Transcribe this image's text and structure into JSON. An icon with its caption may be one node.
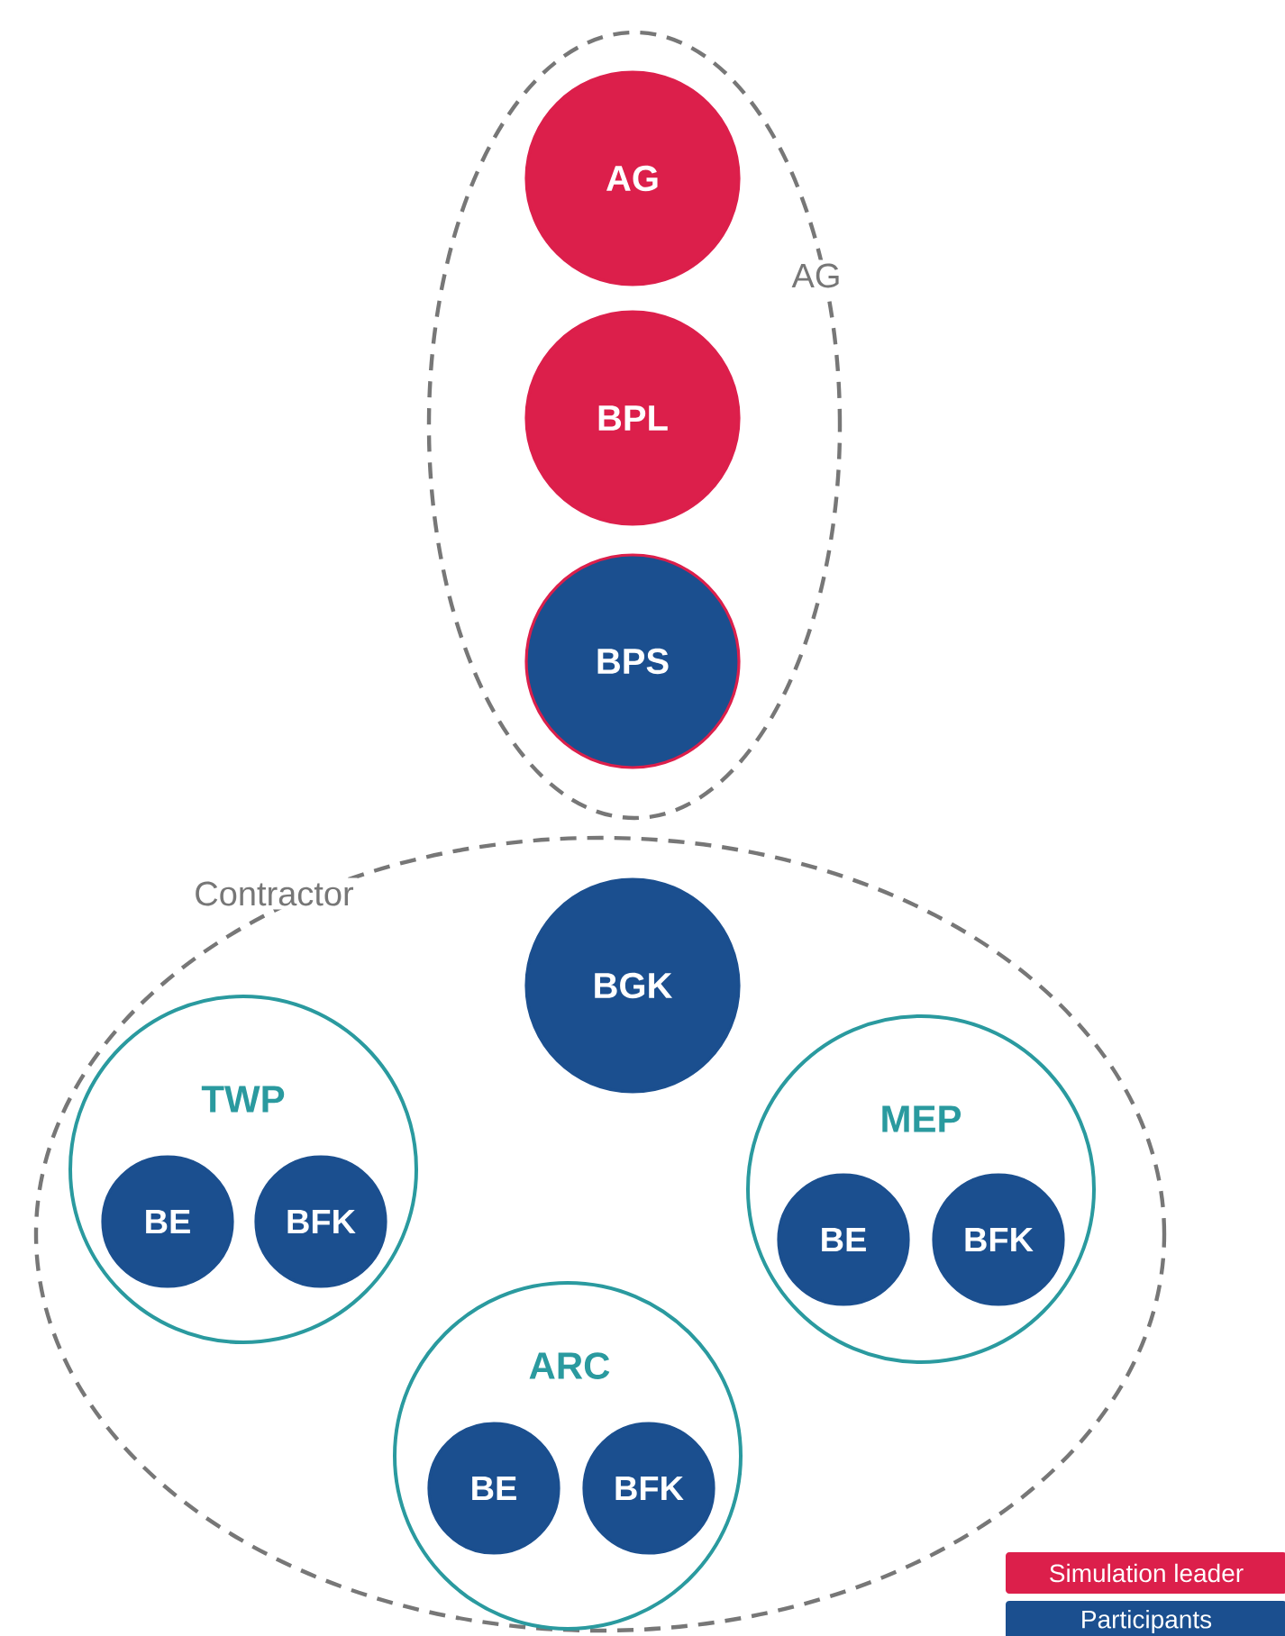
{
  "diagram": {
    "nodes": [
      {
        "text": [
          "AG"
        ]
      },
      {
        "text": [
          "AG"
        ],
        "in": 0
      },
      {
        "text": [
          "BPL"
        ],
        "in": 0
      },
      {
        "text": [
          "BPS"
        ],
        "in": 0
      },
      {
        "text": [
          "Contractor"
        ]
      },
      {
        "text": [
          "BGK"
        ],
        "in": 4
      },
      {
        "text": [
          "TWP"
        ],
        "in": 4
      },
      {
        "text": [
          "BE"
        ],
        "in": 6
      },
      {
        "text": [
          "BFK"
        ],
        "in": 6
      },
      {
        "text": [
          "MEP"
        ],
        "in": 4
      },
      {
        "text": [
          "BE"
        ],
        "in": 9
      },
      {
        "text": [
          "BFK"
        ],
        "in": 9
      },
      {
        "text": [
          "ARC"
        ],
        "in": 4
      },
      {
        "text": [
          "BE"
        ],
        "in": 12
      },
      {
        "text": [
          "BFK"
        ],
        "in": 12
      }
    ],
    "legend": [
      {
        "text": "Simulation leader",
        "color": "#dc1f4b"
      },
      {
        "text": "Participants",
        "color": "#1b4f8f"
      }
    ]
  }
}
